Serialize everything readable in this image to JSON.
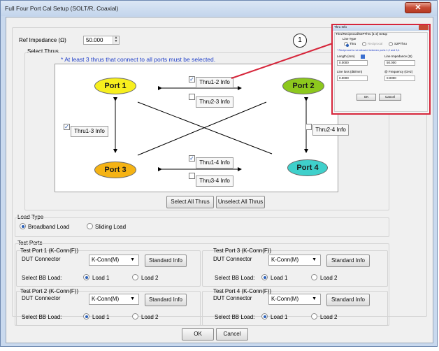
{
  "window": {
    "title": "Full Four Port Cal Setup (SOLT/R, Coaxial)",
    "close_glyph": "✕"
  },
  "ref_impedance": {
    "label": "Ref Impedance (Ω)",
    "value": "50.000"
  },
  "select_thrus": {
    "label": "Select Thrus",
    "warning": "* At least 3 thrus that connect to all ports must be selected.",
    "ports": [
      "Port 1",
      "Port 2",
      "Port 3",
      "Port 4"
    ],
    "thrus": [
      {
        "label": "Thru1-2 Info",
        "checked": true
      },
      {
        "label": "Thru2-3 Info",
        "checked": false
      },
      {
        "label": "Thru1-3 Info",
        "checked": true
      },
      {
        "label": "Thru2-4 Info",
        "checked": false
      },
      {
        "label": "Thru1-4 Info",
        "checked": true
      },
      {
        "label": "Thru3-4 Info",
        "checked": false
      }
    ],
    "select_all": "Select All Thrus",
    "unselect_all": "Unselect All Thrus"
  },
  "load_type": {
    "label": "Load Type",
    "options": [
      "Broadband Load",
      "Sliding Load"
    ],
    "selected": "Broadband Load"
  },
  "test_ports": {
    "label": "Test Ports",
    "ports": [
      {
        "title": "Test Port 1 (K-Conn(F))",
        "connector_label": "DUT Connector",
        "connector": "K-Conn(M)",
        "std_btn": "Standard Info",
        "bb_label": "Select BB Load:",
        "load1": "Load 1",
        "load2": "Load 2",
        "selected": "Load 1"
      },
      {
        "title": "Test Port 3 (K-Conn(F))",
        "connector_label": "DUT Connector",
        "connector": "K-Conn(M)",
        "std_btn": "Standard Info",
        "bb_label": "Select BB Load:",
        "load1": "Load 1",
        "load2": "Load 2",
        "selected": "Load 1"
      },
      {
        "title": "Test Port 2 (K-Conn(F))",
        "connector_label": "DUT Connector",
        "connector": "K-Conn(M)",
        "std_btn": "Standard Info",
        "bb_label": "Select BB Load:",
        "load1": "Load 1",
        "load2": "Load 2",
        "selected": "Load 1"
      },
      {
        "title": "Test Port 4 (K-Conn(F))",
        "connector_label": "DUT Connector",
        "connector": "K-Conn(M)",
        "std_btn": "Standard Info",
        "bb_label": "Select BB Load:",
        "load1": "Load 1",
        "load2": "Load 2",
        "selected": "Load 1"
      }
    ]
  },
  "footer": {
    "ok": "OK",
    "cancel": "Cancel"
  },
  "callout": {
    "number": "1",
    "color": "#d6263b"
  },
  "thru_info_popup": {
    "title": "Thru Info",
    "section": "Thru/Reciprocal/S2PThru [1-2] Setup",
    "line_type_label": "Line Type",
    "line_types": [
      "Thru",
      "Reciprocal",
      "S2PThru"
    ],
    "selected_type": "Thru",
    "note": "* Reciprocal is not allowed between ports 1,2 and 3,4",
    "length_label": "Length (mm)",
    "length_value": "0.0000",
    "impedance_label": "Line Impedance (Ω)",
    "impedance_value": "50.000",
    "line_loss_label": "Line loss (dB/mm)",
    "line_loss_value": "0.0000",
    "frequency_label": "@ Frequency (GHz)",
    "frequency_value": "0.0000",
    "ok": "OK",
    "cancel": "Cancel"
  }
}
